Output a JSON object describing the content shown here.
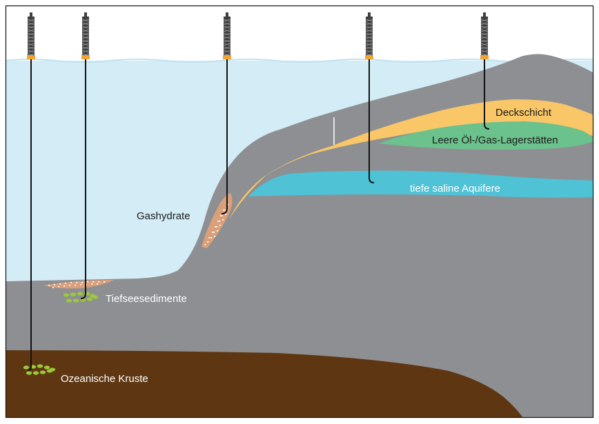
{
  "labels": {
    "cap_rock": "Deckschicht",
    "depleted_fields": "Leere Öl-/Gas-Lagerstätten",
    "saline_aquifers": "tiefe saline Aquifere",
    "gas_hydrates": "Gashydrate",
    "deep_sea_sediments": "Tiefseesedimente",
    "oceanic_crust": "Ozeanische Kruste"
  },
  "colors": {
    "sea": "#d3ecf6",
    "rock": "#8e8f93",
    "crust": "#5e3712",
    "cap_rock": "#f9c668",
    "gas_field": "#6cc28c",
    "aquifer": "#4fc2d6",
    "hydrate": "#d9a07a",
    "co2_dots": "#9cc83c",
    "pipe": "#111111",
    "rig": "#3f3f3f",
    "rig_base": "#f0a431",
    "frame": "#111111"
  },
  "icons": {
    "rig": "drilling-rig-icon",
    "co2_deposit": "co2-deposit-icon"
  }
}
